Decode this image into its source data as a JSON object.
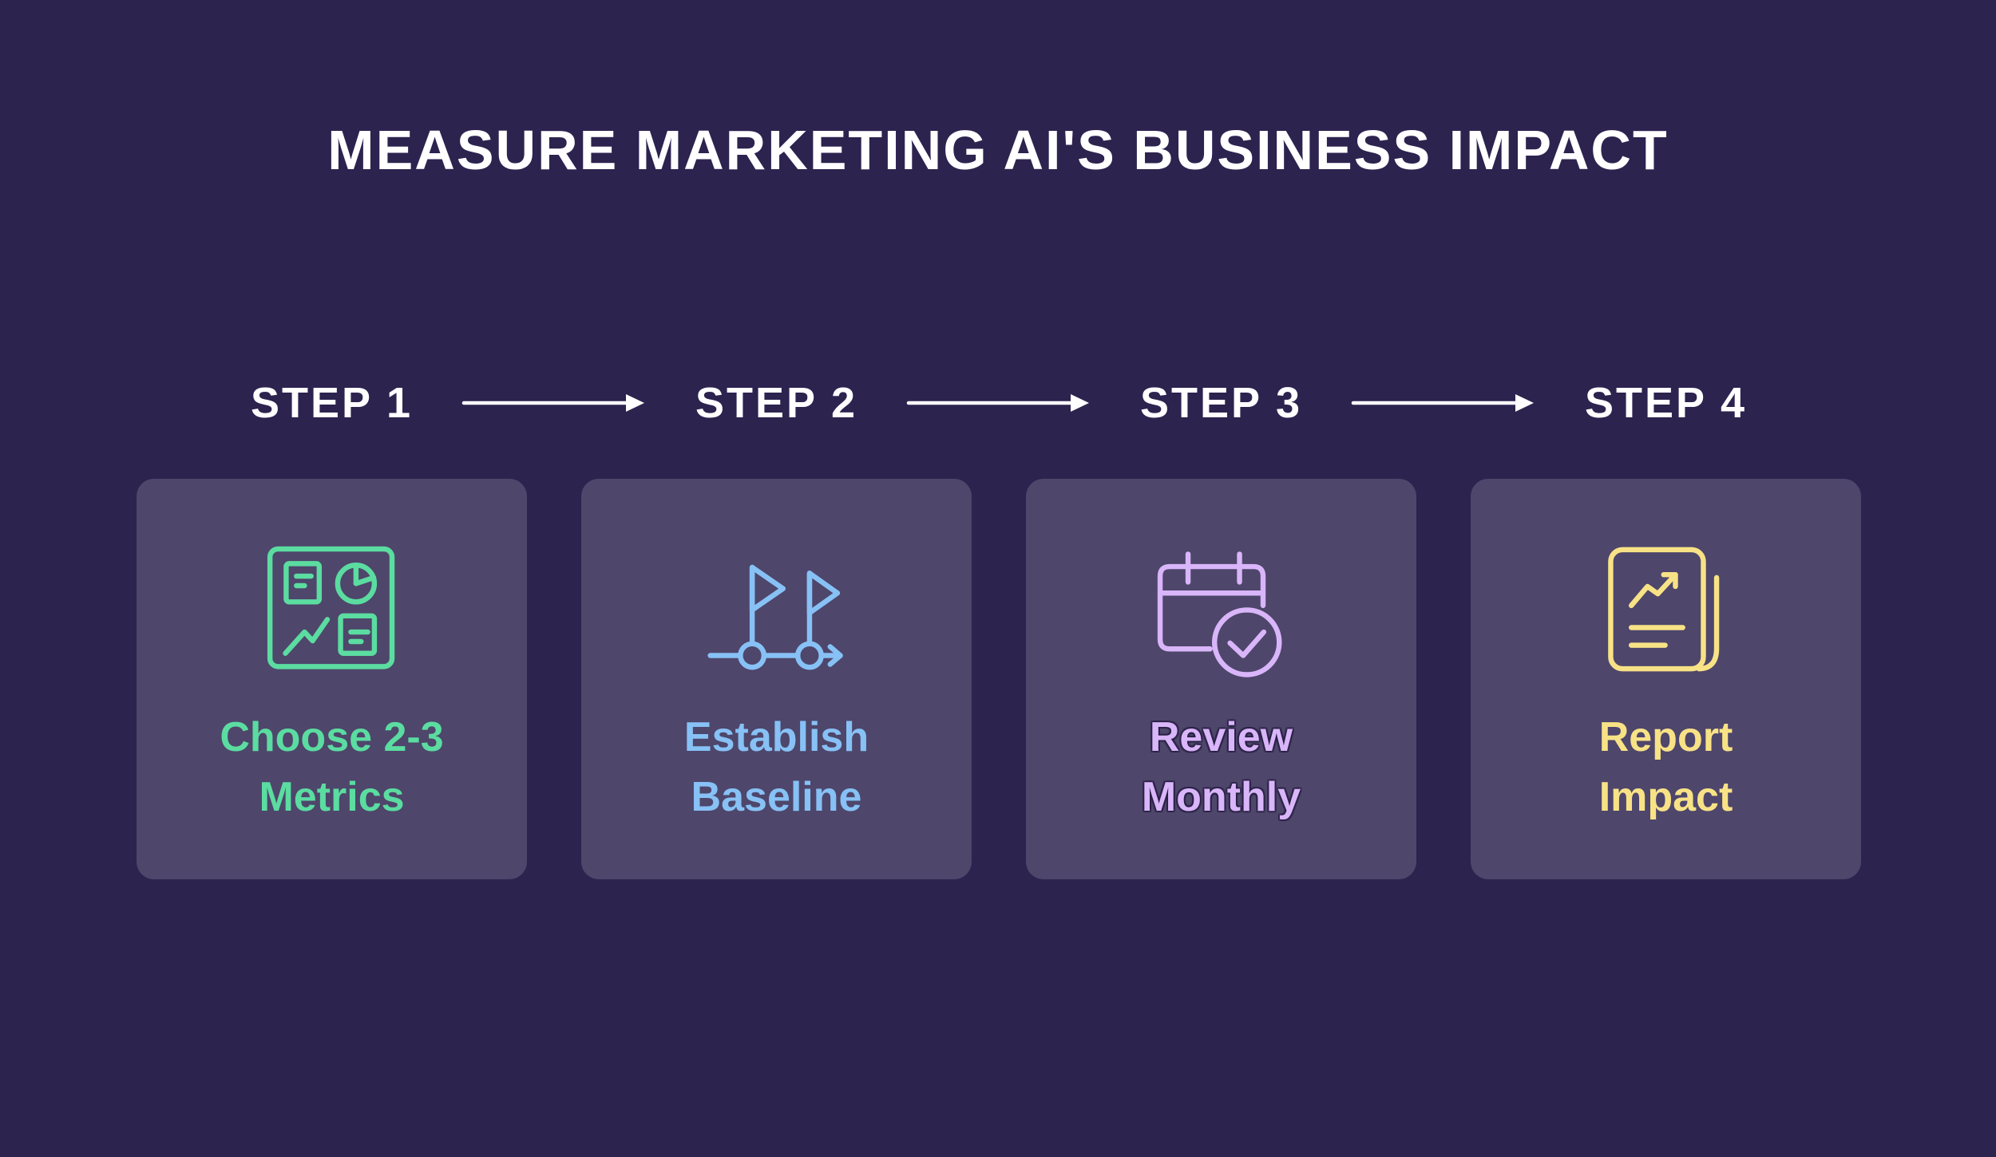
{
  "title": "MEASURE MARKETING AI'S BUSINESS IMPACT",
  "colors": {
    "background": "#2c234f",
    "card_background": "#4e466b",
    "title": "#ffffff",
    "step_label": "#ffffff",
    "arrow": "#ffffff"
  },
  "steps": [
    {
      "label": "STEP 1",
      "accent": "#5bdca0",
      "icon": "metrics-dashboard-icon",
      "card_line1": "Choose 2-3",
      "card_line2": "Metrics"
    },
    {
      "label": "STEP 2",
      "accent": "#87c1f5",
      "icon": "milestone-flags-icon",
      "card_line1": "Establish",
      "card_line2": "Baseline"
    },
    {
      "label": "STEP 3",
      "accent": "#d9b5f9",
      "icon": "calendar-check-icon",
      "card_line1": "Review",
      "card_line2": "Monthly"
    },
    {
      "label": "STEP 4",
      "accent": "#f8e286",
      "icon": "report-scroll-icon",
      "card_line1": "Report",
      "card_line2": "Impact"
    }
  ]
}
